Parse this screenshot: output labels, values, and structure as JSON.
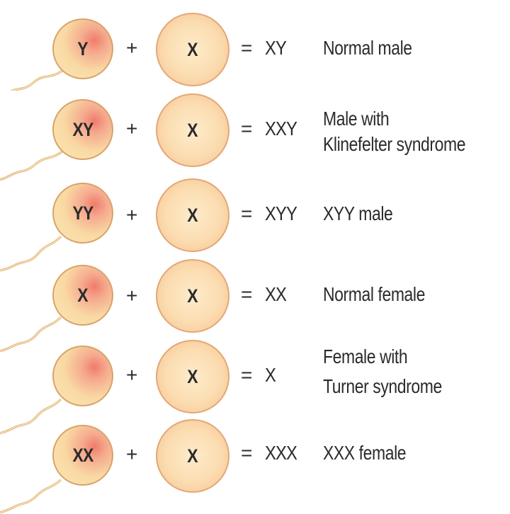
{
  "rows": [
    {
      "sperm": "Y",
      "egg": "X",
      "plus": "+",
      "equals": "=",
      "result": "XY",
      "description": [
        "Normal male"
      ]
    },
    {
      "sperm": "XY",
      "egg": "X",
      "plus": "+",
      "equals": "=",
      "result": "XXY",
      "description": [
        "Male with",
        "Klinefelter syndrome"
      ]
    },
    {
      "sperm": "YY",
      "egg": "X",
      "plus": "+",
      "equals": "=",
      "result": "XYY",
      "description": [
        "XYY male"
      ]
    },
    {
      "sperm": "X",
      "egg": "X",
      "plus": "+",
      "equals": "=",
      "result": "XX",
      "description": [
        "Normal female"
      ]
    },
    {
      "sperm": "",
      "egg": "X",
      "plus": "+",
      "equals": "=",
      "result": "X",
      "description": [
        "Female with",
        "Turner syndrome"
      ]
    },
    {
      "sperm": "XX",
      "egg": "X",
      "plus": "+",
      "equals": "=",
      "result": "XXX",
      "description": [
        "XXX female"
      ]
    }
  ],
  "colors": {
    "text": "#2b2b2b",
    "sperm_fill": "#fbe7b5",
    "sperm_accent": "#f07c6a",
    "egg_fill": "#fbdcb0",
    "egg_rim": "#e2a877"
  }
}
